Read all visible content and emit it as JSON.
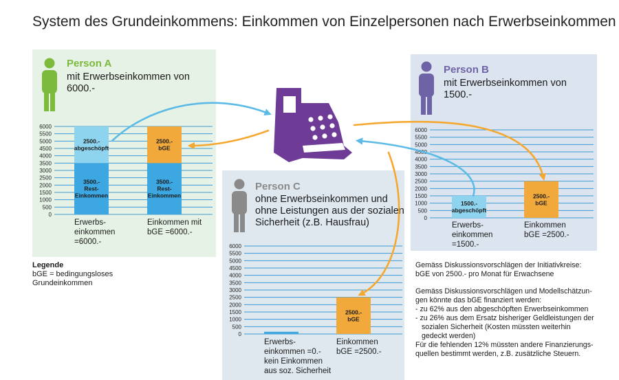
{
  "title": "System des Grundeinkommens: Einkommen von Einzelpersonen nach Erwerbseinkommen",
  "colors": {
    "green": "#7cba3c",
    "purple": "#6e3c97",
    "blue_light": "#8fd4ef",
    "blue_mid": "#3ca7e0",
    "orange": "#f2a93b",
    "gray": "#8a8a8a",
    "arrow_blue": "#5bbbe6",
    "arrow_orange": "#f5a830",
    "grid": "#3b9ad6"
  },
  "icons": {
    "person": "person-icon",
    "register": "cash-register-icon"
  },
  "person_a": {
    "name": "Person A",
    "description": "mit Erwerbseinkommen von 6000.-"
  },
  "person_b": {
    "name": "Person B",
    "description": "mit Erwerbseinkommen von 1500.-"
  },
  "person_c": {
    "name": "Person C",
    "description_1": "ohne Erwerbseinkommen und",
    "description_2": "ohne Leistungen aus der sozialen",
    "description_3": "Sicherheit (z.B. Hausfrau)"
  },
  "legend": {
    "heading": "Legende",
    "line_1": "bGE = bedingungsloses",
    "line_2": "Grundeinkommen"
  },
  "notes": {
    "p1_l1": "Gemäss Diskussionsvorschlägen der Initiativkreise:",
    "p1_l2": "bGE von 2500.- pro Monat für Erwachsene",
    "p2_l1": "Gemäss Diskussionsvorschlägen und Modellschätzun-",
    "p2_l2": "gen könnte das bGE finanziert werden:",
    "p2_l3": "- zu 62% aus den abgeschöpften Erwerbseinkommen",
    "p2_l4": "- zu 26% aus dem Ersatz bisheriger Geldleistungen der",
    "p2_l5": "sozialen Sicherheit (Kosten müssten weiterhin",
    "p2_l6": "gedeckt werden)",
    "p2_l7": "Für die fehlenden 12% müssten andere Finanzierungs-",
    "p2_l8": "quellen bestimmt werden, z.B. zusätzliche Steuern."
  },
  "chart_data": [
    {
      "type": "bar",
      "name": "Person A",
      "ylim": [
        0,
        6000
      ],
      "yticks": [
        "0",
        "500",
        "1000",
        "1500",
        "2000",
        "2500",
        "3000",
        "3500",
        "4000",
        "4500",
        "5000",
        "5500",
        "6000"
      ],
      "categories": [
        "Erwerbs-\neinkommen\n=6000.-",
        "Einkommen mit\nbGE =6000.-"
      ],
      "bars": [
        {
          "segments": [
            {
              "value": 3500,
              "label": "3500.-\nRest-\nEinkommen",
              "color": "#3ca7e0"
            },
            {
              "value": 2500,
              "label": "2500.-\nabgeschöpft",
              "color": "#8fd4ef"
            }
          ]
        },
        {
          "segments": [
            {
              "value": 3500,
              "label": "3500.-\nRest-\nEinkommen",
              "color": "#3ca7e0"
            },
            {
              "value": 2500,
              "label": "2500.-\nbGE",
              "color": "#f2a93b"
            }
          ]
        }
      ]
    },
    {
      "type": "bar",
      "name": "Person B",
      "ylim": [
        0,
        6000
      ],
      "yticks": [
        "0",
        "500",
        "1000",
        "1500",
        "2000",
        "2500",
        "3000",
        "3500",
        "4000",
        "4500",
        "5000",
        "5500",
        "6000"
      ],
      "categories": [
        "Erwerbs-\neinkommen\n=1500.-",
        "Einkommen\nbGE =2500.-"
      ],
      "bars": [
        {
          "segments": [
            {
              "value": 1500,
              "label": "1500.-\nabgeschöpft",
              "color": "#8fd4ef"
            }
          ]
        },
        {
          "segments": [
            {
              "value": 2500,
              "label": "2500.-\nbGE",
              "color": "#f2a93b"
            }
          ]
        }
      ]
    },
    {
      "type": "bar",
      "name": "Person C",
      "ylim": [
        0,
        6000
      ],
      "yticks": [
        "0",
        "500",
        "1000",
        "1500",
        "2000",
        "2500",
        "3000",
        "3500",
        "4000",
        "4500",
        "5000",
        "5500",
        "6000"
      ],
      "categories": [
        "Erwerbs-\neinkommen =0.-\nkein Einkommen\naus soz. Sicherheit",
        "Einkommen\nbGE =2500.-"
      ],
      "bars": [
        {
          "segments": [
            {
              "value": 150,
              "label": "",
              "color": "#3ca7e0"
            }
          ]
        },
        {
          "segments": [
            {
              "value": 2500,
              "label": "2500.-\nbGE",
              "color": "#f2a93b"
            }
          ]
        }
      ]
    }
  ]
}
